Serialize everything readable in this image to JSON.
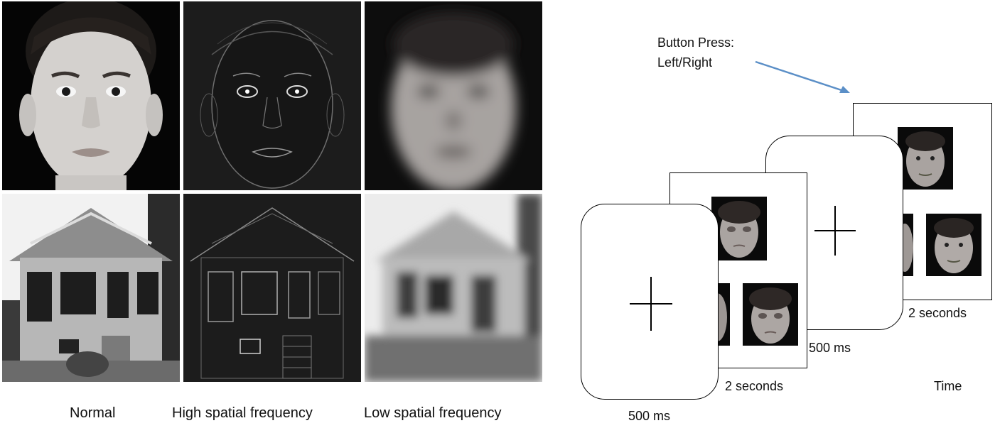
{
  "stimuli": {
    "captions": [
      "Normal",
      "High spatial frequency",
      "Low spatial frequency"
    ]
  },
  "trial": {
    "button_press_line1": "Button Press:",
    "button_press_line2": "Left/Right",
    "fixation_duration_1": "500 ms",
    "faces_duration_1": "2 seconds",
    "fixation_duration_2": "500 ms",
    "faces_duration_2": "2 seconds",
    "time_label": "Time"
  },
  "colors": {
    "arrow": "#5b8fc7",
    "frame_border": "#000000",
    "background": "#ffffff"
  }
}
